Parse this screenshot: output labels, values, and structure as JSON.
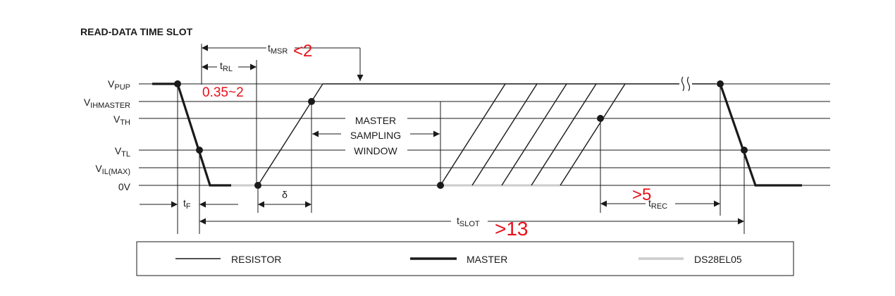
{
  "title": "READ-DATA TIME SLOT",
  "levels": [
    {
      "key": "vpup",
      "main": "V",
      "sub": "PUP"
    },
    {
      "key": "vihmaster",
      "main": "V",
      "sub": "IHMASTER"
    },
    {
      "key": "vth",
      "main": "V",
      "sub": "TH"
    },
    {
      "key": "vtl",
      "main": "V",
      "sub": "TL"
    },
    {
      "key": "vilmax",
      "main": "V",
      "sub": "IL(MAX)"
    },
    {
      "key": "zero",
      "main": "0V",
      "sub": ""
    }
  ],
  "timing": {
    "tmsr": {
      "main": "t",
      "sub": "MSR"
    },
    "trl": {
      "main": "t",
      "sub": "RL"
    },
    "tf": {
      "main": "t",
      "sub": "F"
    },
    "delta": "δ",
    "tslot": {
      "main": "t",
      "sub": "SLOT"
    },
    "trec": {
      "main": "t",
      "sub": "REC"
    }
  },
  "window_label": [
    "MASTER",
    "SAMPLING",
    "WINDOW"
  ],
  "legend": [
    {
      "label": "RESISTOR",
      "style": "thin",
      "color": "#1a1a1a"
    },
    {
      "label": "MASTER",
      "style": "thick",
      "color": "#1a1a1a"
    },
    {
      "label": "DS28EL05",
      "style": "gray",
      "color": "#cccccc"
    }
  ],
  "annotations": {
    "ink_color": "#e8101a",
    "tmsr_note": "<2",
    "trl_note": "0.35~2",
    "trec_note": ">5",
    "tslot_note": ">13"
  }
}
